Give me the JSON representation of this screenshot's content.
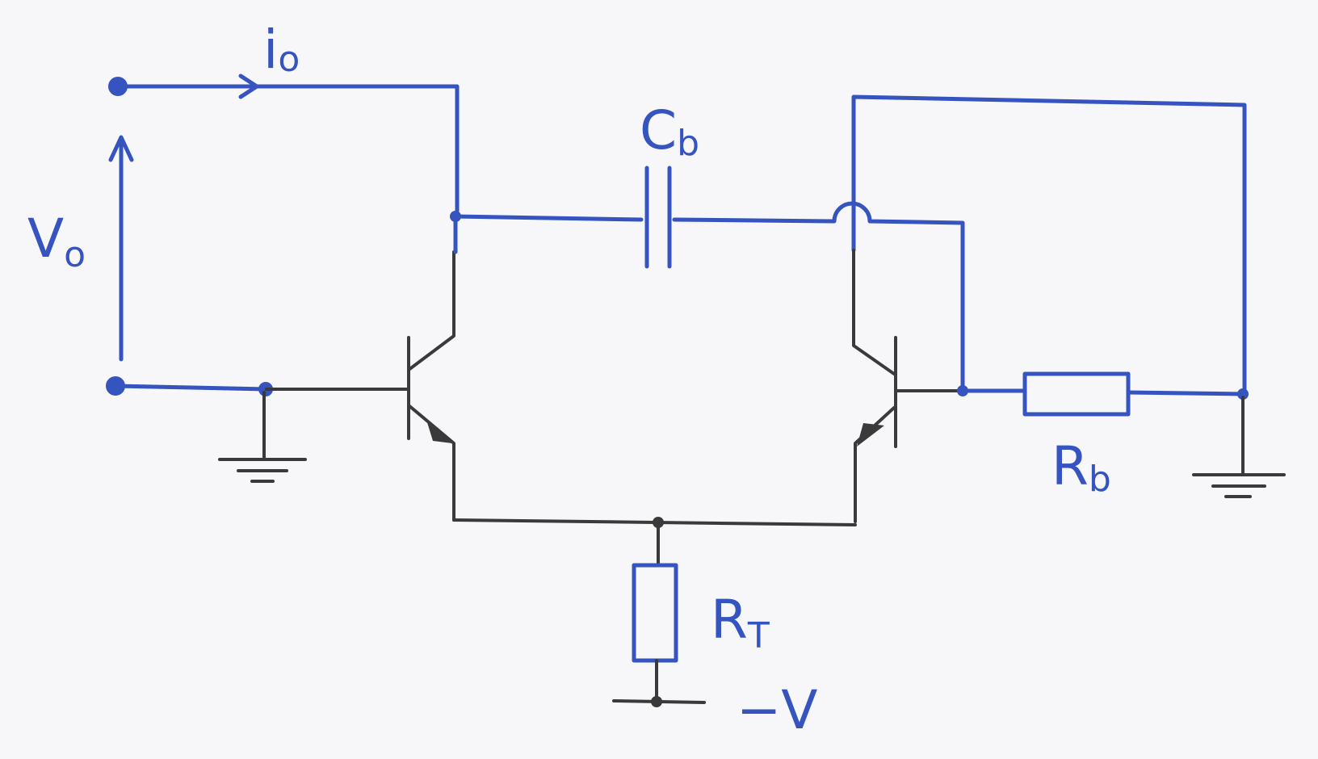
{
  "labels": {
    "output_current": "i",
    "output_current_sub": "o",
    "output_voltage": "V",
    "output_voltage_sub": "o",
    "bootstrap_capacitor": "C",
    "bootstrap_capacitor_sub": "b",
    "bias_resistor": "R",
    "bias_resistor_sub": "b",
    "tail_resistor": "R",
    "tail_resistor_sub": "T",
    "negative_supply": "−V"
  },
  "colors": {
    "highlight_wire": "#3554c0",
    "device_wire": "#3a3a3a",
    "paper": "#f7f7f9"
  }
}
